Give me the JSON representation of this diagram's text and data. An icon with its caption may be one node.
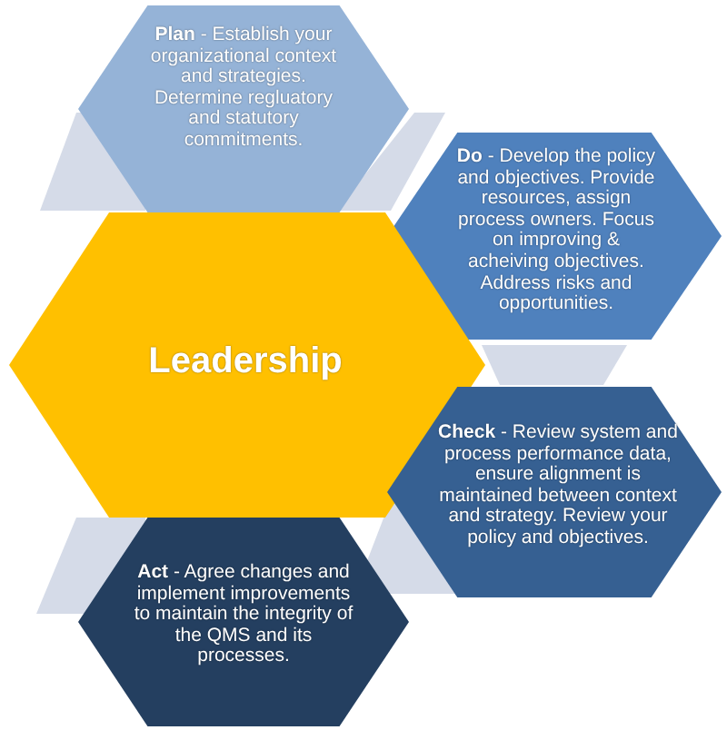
{
  "diagram": {
    "nodes": [
      {
        "text": [
          "**Plan** - Establish your organizational context and strategies. Determine regluatory and statutory commitments."
        ]
      },
      {
        "text": [
          "**Do** - Develop the policy and objectives. Provide resources, assign process owners. Focus on improving & acheiving objectives. Address risks and opportunities."
        ]
      },
      {
        "text": [
          "Leadership"
        ]
      },
      {
        "text": [
          "**Check** - Review system and process performance data, ensure alignment is maintained between context and strategy. Review your policy and objectives."
        ]
      },
      {
        "text": [
          "**Act** - Agree changes and implement improvements to maintain the integrity of the QMS and its processes."
        ]
      }
    ]
  }
}
